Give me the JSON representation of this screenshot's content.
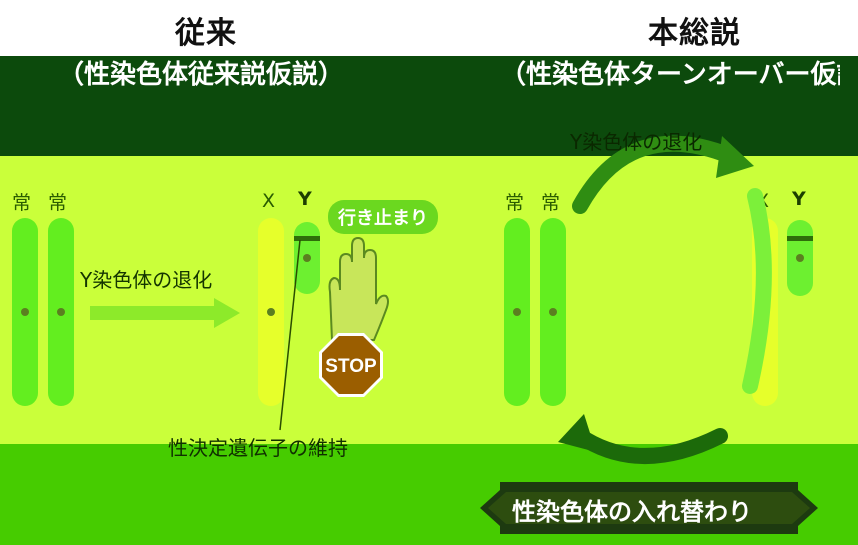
{
  "left": {
    "title": "従来",
    "subtitle": "（性染色体従来説仮説）",
    "label_auto_1": "常",
    "label_auto_2": "常",
    "label_x": "X",
    "label_y": "Y",
    "arrow_text": "Y染色体の退化",
    "dead_end": "行き止まり",
    "stop": "STOP",
    "caption": "性決定遺伝子の維持"
  },
  "right": {
    "title": "本総説",
    "subtitle": "（性染色体ターンオーバー仮説）",
    "label_auto_1": "常",
    "label_auto_2": "常",
    "label_x": "X",
    "label_y": "Y",
    "cycle_top": "Y染色体の退化",
    "banner": "性染色体の入れ替わり"
  },
  "colors": {
    "dark_band": "#0c4a0c",
    "mid_band": "#caff3a",
    "bottom_band": "#46cc00",
    "autosome": "#63ee1f",
    "x_chrom": "#e6ff2b",
    "stop_sign": "#9b5e00"
  }
}
